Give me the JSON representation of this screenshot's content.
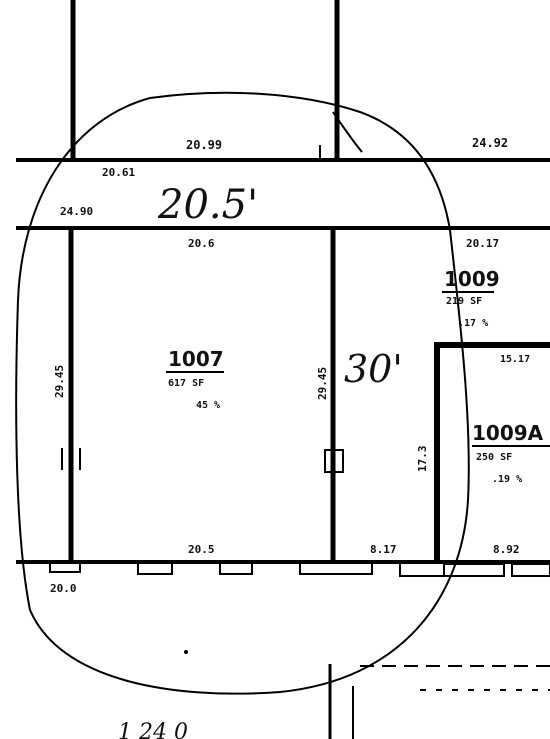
{
  "annotations": {
    "width_note": "20.5'",
    "depth_note": "30'",
    "bottom_scrawl": "1 24 0"
  },
  "dimensions": {
    "top_left_wall": "20.99",
    "top_right_wall": "24.92",
    "top_corridor_left": "20.61",
    "corridor_left_side": "24.90",
    "room_top_wall": "20.6",
    "room_right_top": "20.17",
    "room_left_side": "29.45",
    "room_right_side": "29.45",
    "room_bottom_wall": "20.5",
    "bottom_mid": "8.17",
    "bottom_right": "8.92",
    "bottom_left_corner": "20.0",
    "unit_1009a_top": "15.17",
    "unit_1009a_side": "17.3"
  },
  "rooms": {
    "r1007": {
      "number": "1007",
      "area": "617 SF",
      "percent": "45 %"
    },
    "r1009": {
      "number": "1009",
      "area": "219 SF",
      "percent": ".17 %"
    },
    "r1009a": {
      "number": "1009A",
      "area": "250 SF",
      "percent": ".19 %"
    }
  }
}
